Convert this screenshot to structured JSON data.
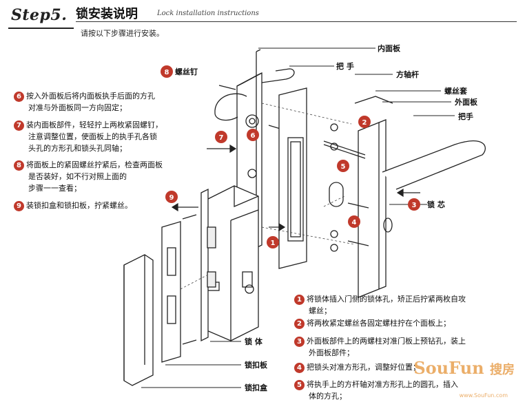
{
  "header": {
    "step": "Step5.",
    "title_cn": "锁安装说明",
    "title_en": "Lock installation instructions",
    "intro": "请按以下步骤进行安装。"
  },
  "left_notes": [
    {
      "num": "6",
      "lines": [
        "按入外面板后将内面板执手后面的方孔",
        "对准与外面板同一方向固定；"
      ]
    },
    {
      "num": "7",
      "lines": [
        "装内面板部件，轻轻拧上两枚紧固螺钉，",
        "注意调整位置，使面板上的执手孔各锁",
        "头孔的方形孔和锁头孔同轴；"
      ]
    },
    {
      "num": "8",
      "lines": [
        "将面板上的紧固螺丝拧紧后，检查两面板",
        "是否装好，如不行对照上面的",
        "步骤一一查看；"
      ]
    },
    {
      "num": "9",
      "lines": [
        "装锁扣盒和锁扣板，拧紧螺丝。"
      ]
    }
  ],
  "part_labels": {
    "screw": "螺丝钉",
    "inner_panel": "内面板",
    "handle_top": "把 手",
    "square_shaft": "方轴杆",
    "screw_sleeve": "螺丝套",
    "outer_panel": "外面板",
    "handle_right": "把手",
    "lock_cylinder": "锁 芯",
    "lock_body": "锁 体",
    "strike_plate": "锁扣板",
    "strike_box": "锁扣盒"
  },
  "right_notes": [
    {
      "num": "1",
      "lines": [
        "将锁体插入门侧的锁体孔，矫正后拧紧两枚自攻",
        "螺丝；"
      ]
    },
    {
      "num": "2",
      "lines": [
        "将两枚紧定螺丝各固定螺柱拧在个面板上；"
      ]
    },
    {
      "num": "3",
      "lines": [
        "外面板部件上的两螺柱对准门板上预钻孔，装上",
        "外面板部件；"
      ]
    },
    {
      "num": "4",
      "lines": [
        "把锁头对准方形孔，调整好位置；"
      ]
    },
    {
      "num": "5",
      "lines": [
        "将执手上的方杆轴对准方形孔上的圆孔，插入",
        "体的方孔；"
      ]
    }
  ],
  "diagram_markers": [
    "1",
    "2",
    "3",
    "4",
    "5",
    "6",
    "7",
    "8",
    "9"
  ],
  "watermark": {
    "brand": "SouFun",
    "cn": "搜房",
    "url": "www.SouFun.com"
  },
  "colors": {
    "accent": "#c0392b",
    "line": "#222222",
    "watermark": "#e8a050"
  }
}
